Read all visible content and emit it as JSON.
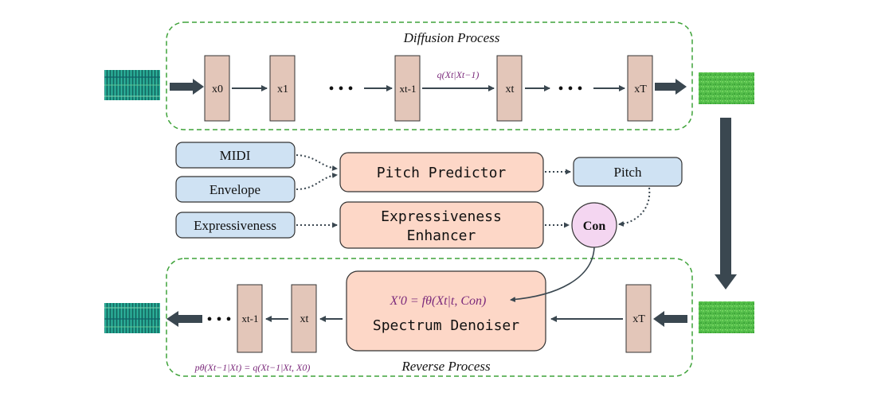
{
  "diffusion": {
    "title": "Diffusion Process",
    "states": [
      "x0",
      "x1",
      "xt-1",
      "xt",
      "xT"
    ],
    "dots": "• • •",
    "transition_label": "q(Xt|Xt−1)"
  },
  "reverse": {
    "title": "Reverse Process",
    "states": [
      "xt-1",
      "xt",
      "xT"
    ],
    "dots": "• • •",
    "equation_label": "pθ(Xt−1|Xt) = q(Xt−1|Xt, X0)"
  },
  "inputs": {
    "midi": "MIDI",
    "envelope": "Envelope",
    "expressiveness": "Expressiveness",
    "pitch": "Pitch",
    "con": "Con"
  },
  "modules": {
    "pitch_predictor": "Pitch Predictor",
    "enhancer_line1": "Expressiveness",
    "enhancer_line2": "Enhancer",
    "denoiser_equation": "X′0 = fθ(Xt|t, Con)",
    "denoiser_title": "Spectrum Denoiser"
  },
  "colors": {
    "dashed_green": "#3fa33a",
    "state_fill": "#e3c6b9",
    "input_fill": "#cfe2f3",
    "module_fill": "#fdd7c7",
    "con_fill": "#f4d6f1",
    "arrow_dark": "#3a4750",
    "math_purple": "#7b2a7b"
  }
}
